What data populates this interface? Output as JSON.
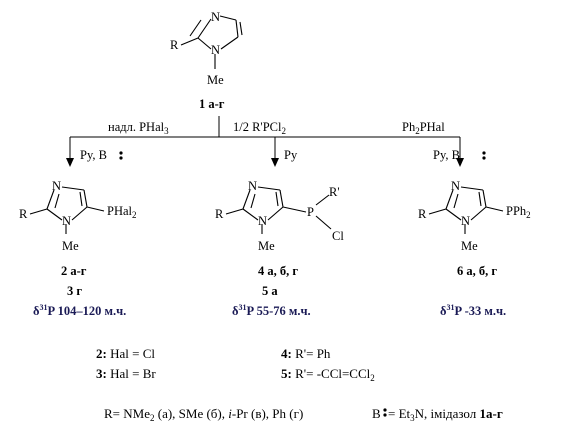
{
  "start": {
    "atom_N": "N",
    "atom_R": "R",
    "methyl": "Me",
    "compound_label": "1 а-г"
  },
  "branch_left": {
    "reagent_prefix": "надл. PHal",
    "reagent_sub": "3",
    "conditions": "Py, B",
    "product": {
      "atom_R": "R",
      "atom_N_top": "N",
      "atom_N_bottom": "N",
      "methyl": "Me",
      "substituent_main": "PHal",
      "substituent_sub": "2"
    },
    "label_1": "2 а-г",
    "label_2": "3 г",
    "nmr": "δ",
    "nmr_nucleus": "31",
    "nmr_rest": "P 104–120 м.ч."
  },
  "branch_middle": {
    "reagent_prefix": "1/2 R'PCl",
    "reagent_sub": "2",
    "conditions": "Py",
    "product": {
      "atom_R": "R",
      "atom_N_top": "N",
      "atom_N_bottom": "N",
      "methyl": "Me",
      "atom_P": "P",
      "atom_Rprime": "R'",
      "atom_Cl": "Cl"
    },
    "label_1": "4 а, б, г",
    "label_2": "5 а",
    "nmr": "δ",
    "nmr_nucleus": "31",
    "nmr_rest": "P 55-76 м.ч."
  },
  "branch_right": {
    "reagent_prefix": "Ph",
    "reagent_sub": "2",
    "reagent_suffix": "PHal",
    "conditions": "Py,  B",
    "product": {
      "atom_R": "R",
      "atom_N_top": "N",
      "atom_N_bottom": "N",
      "methyl": "Me",
      "substituent_main": "PPh",
      "substituent_sub": "2"
    },
    "label_1": "6 а, б, г",
    "nmr": "δ",
    "nmr_nucleus": "31",
    "nmr_rest": "P  -33 м.ч."
  },
  "legend": {
    "row1_left_num": "2:",
    "row1_left_text": " Hal = Cl",
    "row2_left_num": "3:",
    "row2_left_text": " Hal = Br",
    "row1_right_num": "4:",
    "row1_right_text": " R'= Ph",
    "row2_right_num": "5:",
    "row2_right_text_a": " R'= -CCl=CCl",
    "row2_right_sub": "2"
  },
  "footer": {
    "r_prefix": "R= NMe",
    "r_sub": "2",
    "r_text_1": " (а), SMe (б), ",
    "r_italic": "i",
    "r_text_2": "-Pr (в), Ph (г)",
    "b_prefix": "B",
    "b_text_1": " = Et",
    "b_sub": "3",
    "b_text_2": "N, імідазол ",
    "b_bold": "1а-г"
  }
}
